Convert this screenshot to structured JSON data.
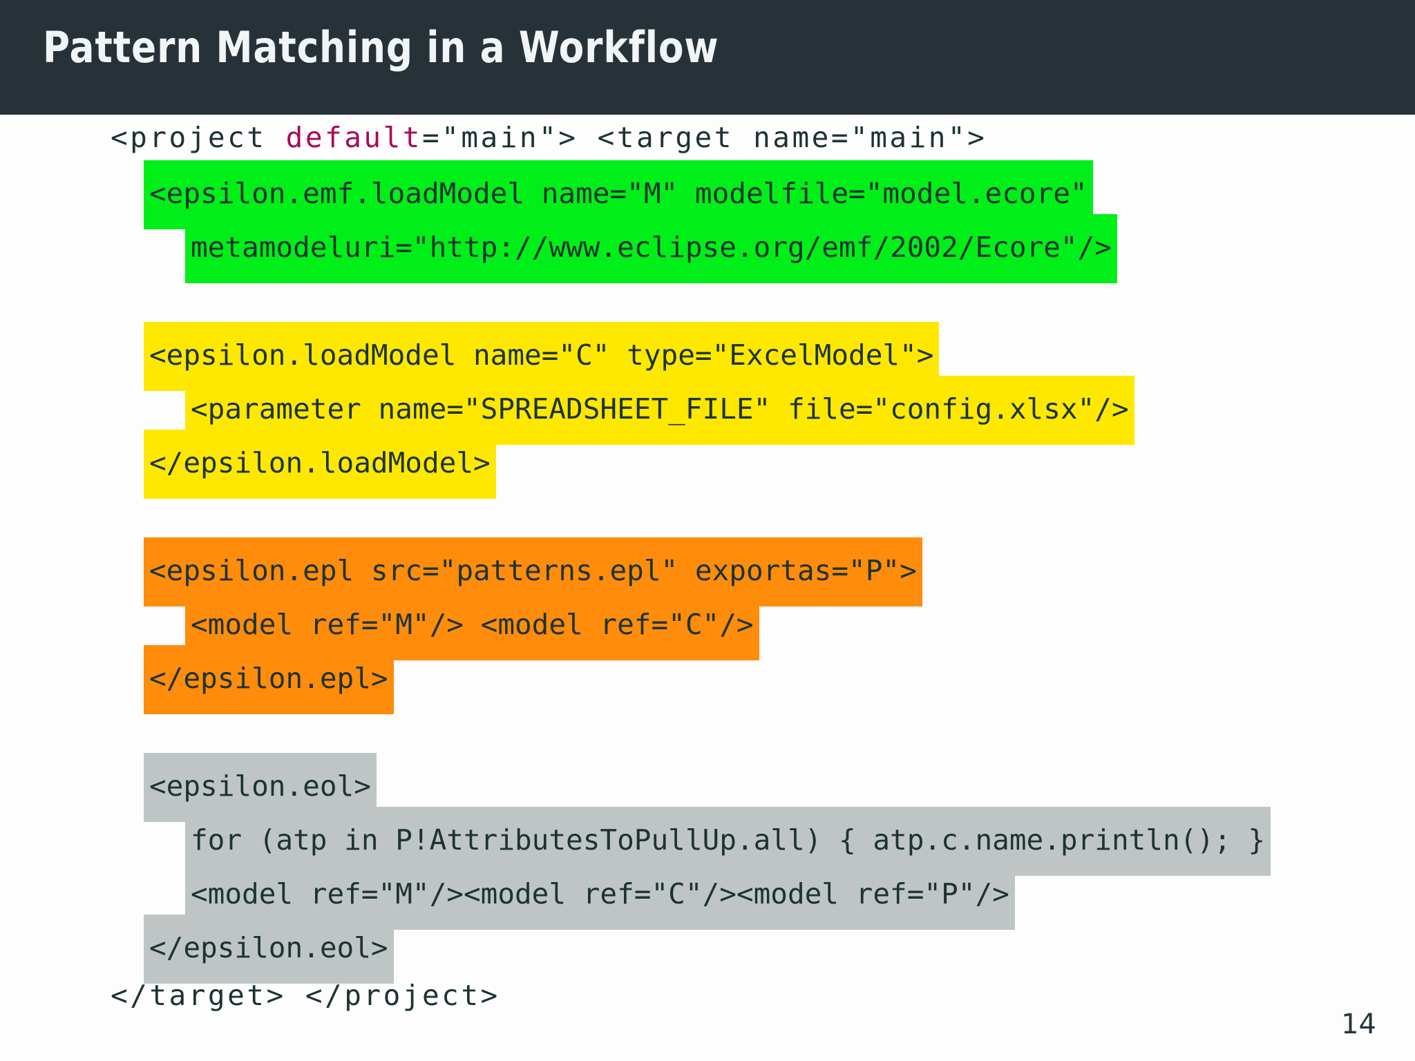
{
  "slide": {
    "title": "Pattern Matching in a Workflow",
    "page_number": "14",
    "colors": {
      "title_bar_bg": "#263238",
      "title_fg": "#f2f5f5",
      "code_fg": "#1c3334",
      "keyword_fg": "#a80a5a",
      "highlight_green": "#00ef18",
      "highlight_yellow": "#ffe800",
      "highlight_orange": "#ff8c0a",
      "highlight_gray": "#bfc5c5",
      "page_bg": "#fdfdfd"
    }
  },
  "code": {
    "line_01_pre": "<project ",
    "line_01_keyword": "default",
    "line_01_post": "=\"main\"> <target name=\"main\">",
    "line_02": "<epsilon.emf.loadModel name=\"M\" modelfile=\"model.ecore\"",
    "line_03": "metamodeluri=\"http://www.eclipse.org/emf/2002/Ecore\"/>",
    "line_04": "<epsilon.loadModel name=\"C\" type=\"ExcelModel\">",
    "line_05": "<parameter name=\"SPREADSHEET_FILE\" file=\"config.xlsx\"/>",
    "line_06": "</epsilon.loadModel>",
    "line_07": "<epsilon.epl src=\"patterns.epl\" exportas=\"P\">",
    "line_08": "<model ref=\"M\"/> <model ref=\"C\"/>",
    "line_09": "</epsilon.epl>",
    "line_10": "<epsilon.eol>",
    "line_11": "for (atp in P!AttributesToPullUp.all) { atp.c.name.println(); }",
    "line_12": "<model ref=\"M\"/><model ref=\"C\"/><model ref=\"P\"/>",
    "line_13": "</epsilon.eol>",
    "line_14": "</target> </project>"
  }
}
